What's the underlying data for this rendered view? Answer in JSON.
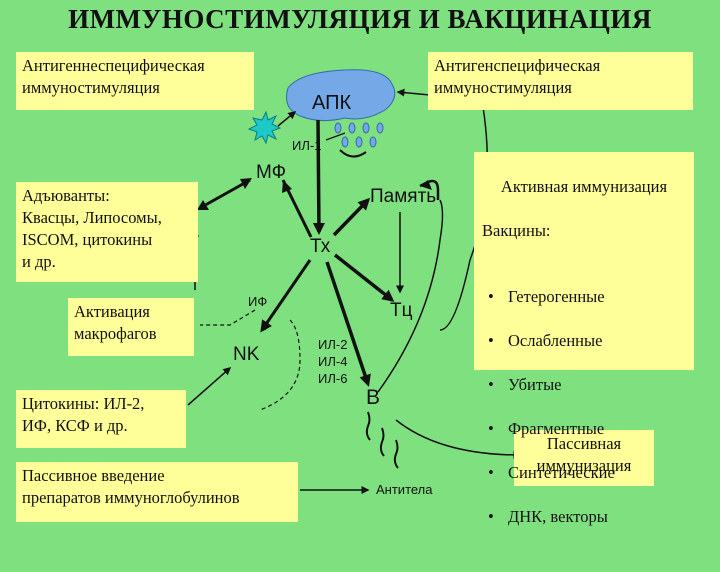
{
  "title": "ИММУНОСТИМУЛЯЦИЯ И ВАКЦИНАЦИЯ",
  "boxes": {
    "nonspecific": "Антигеннеспецифическая\nиммуностимуляция",
    "specific": "Антигенспецифическая\nиммуностимуляция",
    "adjuvants": "Адъюванты:\nКвасцы, Липосомы,\nISCOM, цитокины\nи др.",
    "macrophage_activation": "Активация\nмакрофагов",
    "cytokines": "Цитокины: ИЛ-2,\nИФ, КСФ и др.",
    "passive_intro": "Пассивное введение\nпрепаратов иммуноглобулинов",
    "passive_immunization": "Пассивная\nиммунизация"
  },
  "active": {
    "heading": "Активная иммунизация",
    "subheading": "Вакцины:",
    "items": [
      "Гетерогенные",
      "Ослабленные",
      "Убитые",
      "Фрагментные",
      "Синтетические",
      "ДНК, векторы"
    ]
  },
  "nodes": {
    "apk": "АПК",
    "mf": "МФ",
    "th": "Тх",
    "memory": "Память",
    "tc": "Тц",
    "nk": "NK",
    "b": "В",
    "antibodies": "Антитела"
  },
  "labels": {
    "il1": "ИЛ-1",
    "if": "ИФ",
    "il_group": "ИЛ-2\nИЛ-4\nИЛ-6"
  },
  "colors": {
    "background": "#7fe07f",
    "box": "#ffff99",
    "apk_cell": "#74a8e6",
    "antigen": "#1ec8c8"
  }
}
